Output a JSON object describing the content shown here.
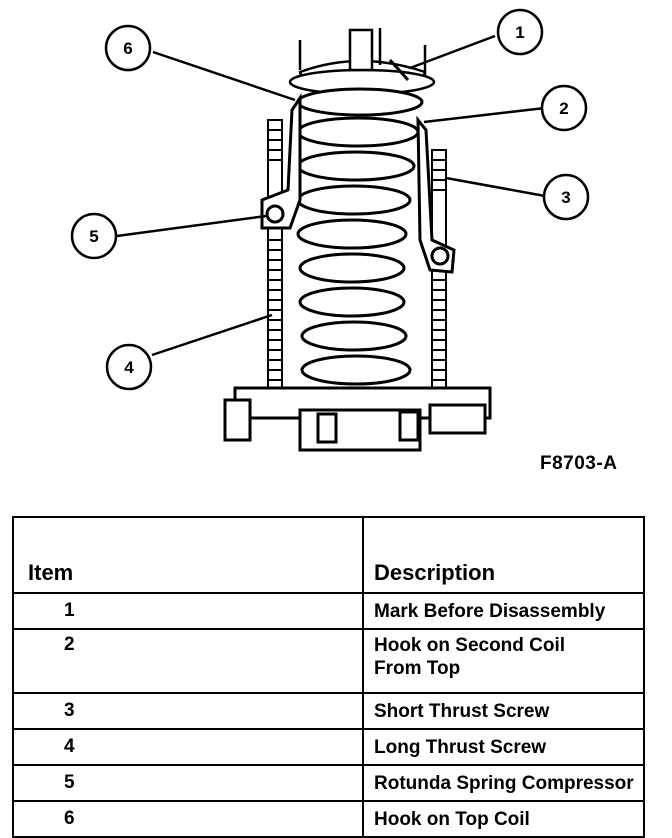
{
  "figure": {
    "id": "F8703-A",
    "callouts": [
      "1",
      "2",
      "3",
      "4",
      "5",
      "6"
    ]
  },
  "legend": {
    "headers": {
      "item": "Item",
      "description": "Description"
    },
    "rows": [
      {
        "item": "1",
        "description": "Mark Before Disassembly"
      },
      {
        "item": "2",
        "description": "Hook on Second Coil From Top"
      },
      {
        "item": "3",
        "description": "Short Thrust Screw"
      },
      {
        "item": "4",
        "description": "Long Thrust Screw"
      },
      {
        "item": "5",
        "description": "Rotunda Spring Compressor"
      },
      {
        "item": "6",
        "description": "Hook on Top Coil"
      }
    ]
  }
}
